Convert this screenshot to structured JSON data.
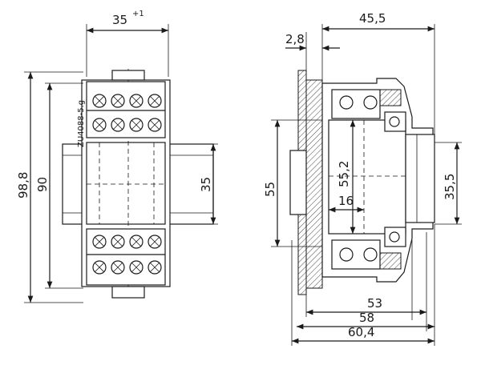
{
  "front_view": {
    "part_number": "ZU4088-5.g",
    "dimensions": {
      "width_top": "35",
      "width_tolerance": "+1",
      "overall_height": "98,8",
      "inner_height": "90",
      "rail_height": "35"
    }
  },
  "side_view": {
    "dimensions": {
      "depth_top": "45,5",
      "clip_thickness": "2,8",
      "rail_height": "55",
      "inner_height": "55,2",
      "offset": "16",
      "front_height": "35,5",
      "depth_1": "53",
      "depth_2": "58",
      "overall_depth": "60,4"
    }
  }
}
